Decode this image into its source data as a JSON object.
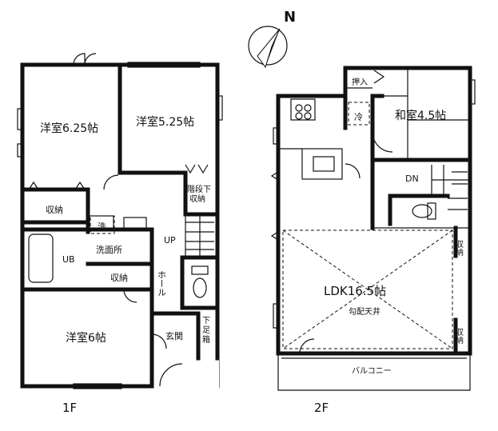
{
  "compass": {
    "north": "N"
  },
  "floor1": {
    "label": "1F",
    "rooms": {
      "western_625": "洋室6.25帖",
      "western_525": "洋室5.25帖",
      "storage_left": "収納",
      "wash_mark": "洗",
      "washroom": "洗面所",
      "ub": "UB",
      "storage_mid": "収納",
      "up": "UP",
      "hall": "ホール",
      "under_stair_1": "階段下",
      "under_stair_2": "収納",
      "western_6": "洋室6帖",
      "entrance": "玄関",
      "shoe_1": "下",
      "shoe_2": "足",
      "shoe_3": "箱"
    }
  },
  "floor2": {
    "label": "2F",
    "rooms": {
      "oshiire": "押入",
      "fridge": "冷",
      "japanese": "和室4.5帖",
      "dn": "DN",
      "ldk": "LDK16.5帖",
      "ceiling": "勾配天井",
      "storage_r1": "収納",
      "storage_r2": "収納",
      "balcony": "バルコニー"
    }
  }
}
